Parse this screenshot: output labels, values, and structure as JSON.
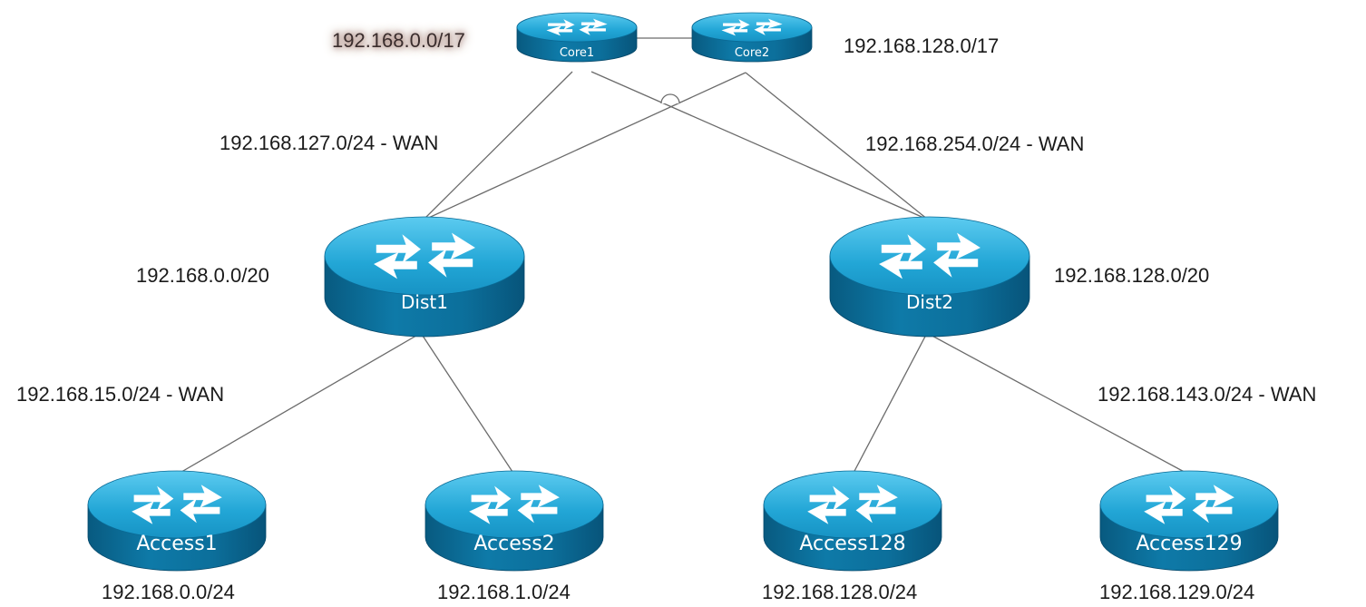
{
  "routers": [
    {
      "id": "core1",
      "name": "Core1"
    },
    {
      "id": "core2",
      "name": "Core2"
    },
    {
      "id": "dist1",
      "name": "Dist1"
    },
    {
      "id": "dist2",
      "name": "Dist2"
    },
    {
      "id": "access1",
      "name": "Access1"
    },
    {
      "id": "access2",
      "name": "Access2"
    },
    {
      "id": "access128",
      "name": "Access128"
    },
    {
      "id": "access129",
      "name": "Access129"
    }
  ],
  "links": [
    {
      "from": "core1",
      "to": "core2"
    },
    {
      "from": "core1",
      "to": "dist1"
    },
    {
      "from": "core1",
      "to": "dist2"
    },
    {
      "from": "core2",
      "to": "dist1"
    },
    {
      "from": "core2",
      "to": "dist2"
    },
    {
      "from": "dist1",
      "to": "access1"
    },
    {
      "from": "dist1",
      "to": "access2"
    },
    {
      "from": "dist2",
      "to": "access128"
    },
    {
      "from": "dist2",
      "to": "access129"
    }
  ],
  "labels": {
    "core1_subnet": "192.168.0.0/17",
    "core2_subnet": "192.168.128.0/17",
    "wan_left": "192.168.127.0/24 - WAN",
    "wan_right": "192.168.254.0/24 - WAN",
    "dist1_subnet": "192.168.0.0/20",
    "dist2_subnet": "192.168.128.0/20",
    "wan_dist1": "192.168.15.0/24 - WAN",
    "wan_dist2": "192.168.143.0/24 - WAN",
    "access1_subnet": "192.168.0.0/24",
    "access2_subnet": "192.168.1.0/24",
    "access128_subnet": "192.168.128.0/24",
    "access129_subnet": "192.168.129.0/24"
  },
  "colors": {
    "router_top": "#22a6d6",
    "router_top_light": "#4cc3ec",
    "router_side": "#0c6f9b",
    "router_side_dark": "#085a80",
    "link": "#6b6b6b",
    "highlight": "#a8867d"
  }
}
